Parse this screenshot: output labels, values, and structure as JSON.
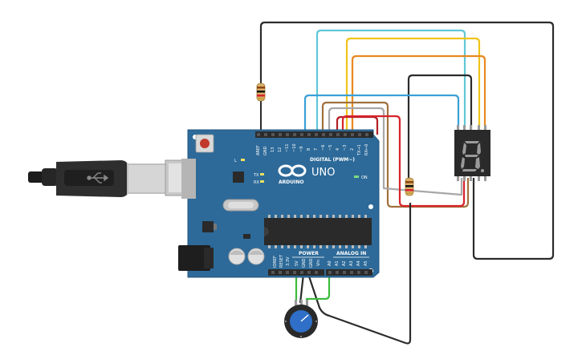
{
  "board": {
    "brand": "ARDUINO",
    "model": "UNO",
    "digital_header_label": "DIGITAL (PWM~)",
    "power_label": "POWER",
    "analog_label": "ANALOG IN",
    "on_label": "ON",
    "led_l": "L",
    "led_tx": "TX",
    "led_rx": "RX",
    "digital_pins": [
      "AREF",
      "GND",
      "13",
      "12",
      "~11",
      "~10",
      "~9",
      "8",
      "7",
      "~6",
      "~5",
      "4",
      "~3",
      "2",
      "TX→1",
      "RX←0"
    ],
    "power_pins": [
      "IOREF",
      "RESET",
      "3.3V",
      "5V",
      "GND",
      "GND",
      "Vin"
    ],
    "analog_pins": [
      "A0",
      "A1",
      "A2",
      "A3",
      "A4",
      "A5"
    ]
  },
  "colors": {
    "board": "#2d6a99",
    "board_dark": "#1f4f78",
    "header": "#2b2b2b",
    "chip": "#2a2a2a",
    "wire_black": "#2b2b2b",
    "wire_cyan": "#5ec7d8",
    "wire_yellow": "#f0c419",
    "wire_orange": "#e8891f",
    "wire_blue": "#3aa0d6",
    "wire_brown": "#a0703c",
    "wire_gray": "#a8a8a8",
    "wire_red": "#d8232a",
    "wire_green": "#3dbb3d",
    "display_body": "#2a2a2a",
    "segment_on": "#9a9a9a",
    "pot_knob": "#2f6fc7"
  },
  "icons": [
    "usb-symbol-icon",
    "infinity-logo-icon"
  ]
}
